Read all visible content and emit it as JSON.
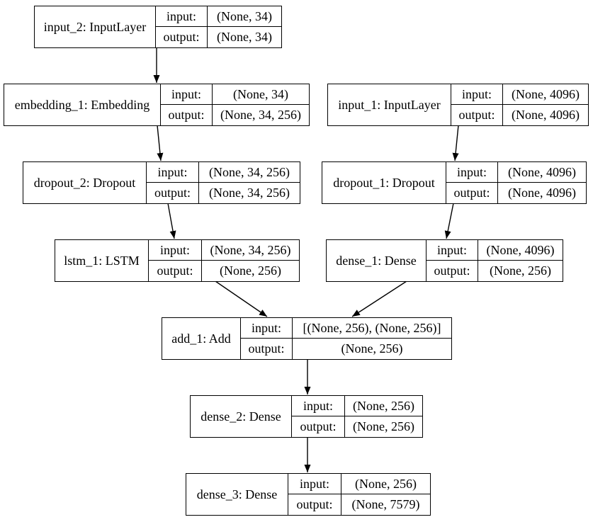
{
  "diagram": {
    "type": "keras-model-architecture-graph",
    "colors": {
      "ink": "#000000",
      "background": "#ffffff"
    },
    "labels": {
      "input_key": "input:",
      "output_key": "output:"
    },
    "nodes": [
      {
        "id": "input_2",
        "label": "input_2: InputLayer",
        "input_shape": "(None, 34)",
        "output_shape": "(None, 34)"
      },
      {
        "id": "embedding_1",
        "label": "embedding_1: Embedding",
        "input_shape": "(None, 34)",
        "output_shape": "(None, 34, 256)"
      },
      {
        "id": "input_1",
        "label": "input_1: InputLayer",
        "input_shape": "(None, 4096)",
        "output_shape": "(None, 4096)"
      },
      {
        "id": "dropout_2",
        "label": "dropout_2: Dropout",
        "input_shape": "(None, 34, 256)",
        "output_shape": "(None, 34, 256)"
      },
      {
        "id": "dropout_1",
        "label": "dropout_1: Dropout",
        "input_shape": "(None, 4096)",
        "output_shape": "(None, 4096)"
      },
      {
        "id": "lstm_1",
        "label": "lstm_1: LSTM",
        "input_shape": "(None, 34, 256)",
        "output_shape": "(None, 256)"
      },
      {
        "id": "dense_1",
        "label": "dense_1: Dense",
        "input_shape": "(None, 4096)",
        "output_shape": "(None, 256)"
      },
      {
        "id": "add_1",
        "label": "add_1: Add",
        "input_shape": "[(None, 256), (None, 256)]",
        "output_shape": "(None, 256)"
      },
      {
        "id": "dense_2",
        "label": "dense_2: Dense",
        "input_shape": "(None, 256)",
        "output_shape": "(None, 256)"
      },
      {
        "id": "dense_3",
        "label": "dense_3: Dense",
        "input_shape": "(None, 256)",
        "output_shape": "(None, 7579)"
      }
    ],
    "edges": [
      {
        "from": "input_2",
        "to": "embedding_1"
      },
      {
        "from": "embedding_1",
        "to": "dropout_2"
      },
      {
        "from": "dropout_2",
        "to": "lstm_1"
      },
      {
        "from": "lstm_1",
        "to": "add_1"
      },
      {
        "from": "input_1",
        "to": "dropout_1"
      },
      {
        "from": "dropout_1",
        "to": "dense_1"
      },
      {
        "from": "dense_1",
        "to": "add_1"
      },
      {
        "from": "add_1",
        "to": "dense_2"
      },
      {
        "from": "dense_2",
        "to": "dense_3"
      }
    ]
  }
}
